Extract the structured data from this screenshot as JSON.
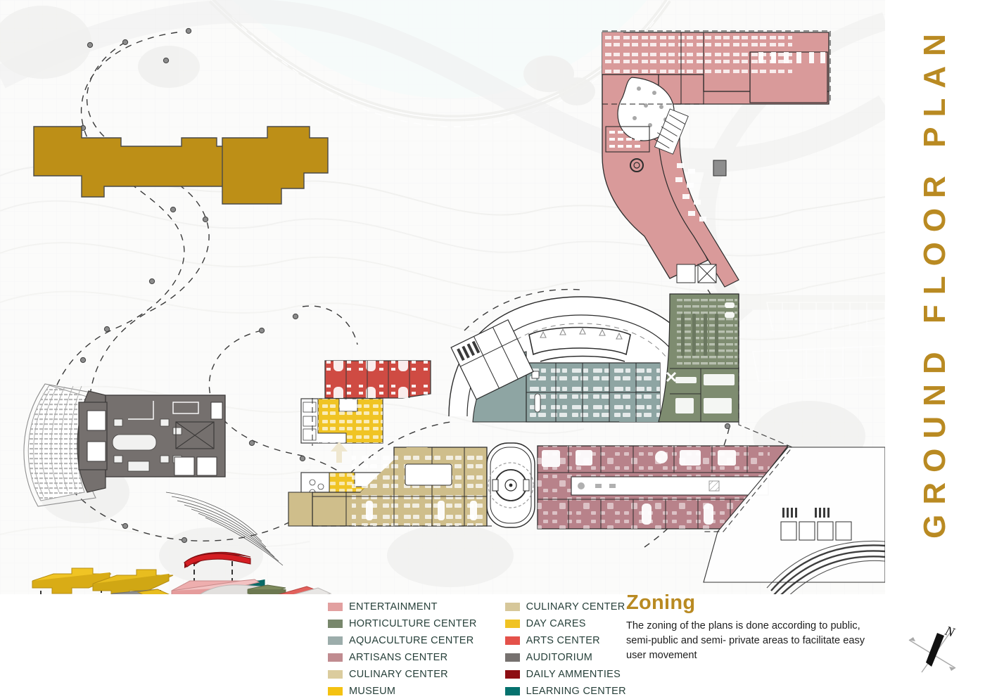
{
  "sheet": {
    "title": "GROUND FLOOR PLAN",
    "background_color": "#ffffff",
    "plan_background_color": "#fbfbfa",
    "accent_color": "#b98a22"
  },
  "legend": {
    "columns": [
      {
        "items": [
          {
            "label": "ENTERTAINMENT",
            "color": "#e2a0a0"
          },
          {
            "label": "HORTICULTURE CENTER",
            "color": "#78876c"
          },
          {
            "label": "AQUACULTURE CENTER",
            "color": "#9cadab"
          },
          {
            "label": "ARTISANS CENTER",
            "color": "#c08b90"
          },
          {
            "label": "CULINARY CENTER",
            "color": "#dbcc9e"
          },
          {
            "label": "MUSEUM",
            "color": "#f4c211"
          }
        ]
      },
      {
        "items": [
          {
            "label": "CULINARY CENTER",
            "color": "#d6c79a"
          },
          {
            "label": "DAY CARES",
            "color": "#f0c323"
          },
          {
            "label": "ARTS CENTER",
            "color": "#e4514a"
          },
          {
            "label": "AUDITORIUM",
            "color": "#76716f"
          },
          {
            "label": "DAILY AMMENTIES",
            "color": "#8d0e13"
          },
          {
            "label": "LEARNING CENTER",
            "color": "#06726e"
          }
        ]
      }
    ]
  },
  "zoning": {
    "title": "Zoning",
    "body": "The zoning of the plans is done according to public, semi-public and semi- private  areas to facilitate easy user movement"
  },
  "north_arrow": {
    "label": "N"
  },
  "plan_zones": {
    "entertainment_wing": {
      "name": "Entertainment wing (upper right)",
      "fill": "#d99a9a"
    },
    "horticulture_block": {
      "name": "Horticulture center block",
      "fill": "#7e8c70"
    },
    "aquaculture_block": {
      "name": "Aquaculture center block",
      "fill": "#8ea5a3"
    },
    "artisans_wing": {
      "name": "Artisans center wing",
      "fill": "#b8828a"
    },
    "culinary_wing": {
      "name": "Culinary center wing",
      "fill": "#cfbe8b"
    },
    "day_care_blocks": {
      "name": "Day care blocks",
      "fill": "#f0c424"
    },
    "arts_center_bar": {
      "name": "Arts center bar",
      "fill": "#cf4b43"
    },
    "auditorium_block": {
      "name": "Auditorium block",
      "fill": "#7e7876"
    },
    "museum_blocks": {
      "name": "Museum blocks (north)",
      "fill": "#bd8f17"
    }
  },
  "exploded_diagram": {
    "name": "exploded zoning axonometric",
    "slabs": [
      {
        "zone": "day-cares-upper",
        "color": "#f0c424"
      },
      {
        "zone": "day-cares-lower",
        "color": "#f0c424"
      },
      {
        "zone": "museum-plate",
        "color": "#e0b41e"
      },
      {
        "zone": "learning-center",
        "color": "#0b7e79"
      },
      {
        "zone": "auditorium",
        "color": "#8c8c8c"
      },
      {
        "zone": "auditorium-base",
        "color": "#9a9a9a"
      },
      {
        "zone": "daily-ammenties",
        "color": "#b5161c"
      },
      {
        "zone": "entertainment",
        "color": "#eeaeae"
      },
      {
        "zone": "horticulture",
        "color": "#7d8a5c"
      },
      {
        "zone": "arts-center",
        "color": "#e2615c"
      },
      {
        "zone": "artisans",
        "color": "#e0746f"
      },
      {
        "zone": "culinary",
        "color": "#e3d4a4"
      }
    ]
  }
}
